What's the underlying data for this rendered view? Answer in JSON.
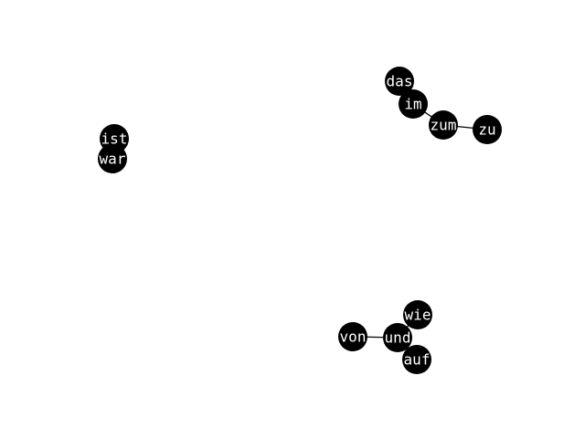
{
  "graph": {
    "node_color": "#000000",
    "label_color": "#ffffff",
    "edge_color": "#000000",
    "nodes": [
      {
        "id": "das",
        "label": "das"
      },
      {
        "id": "im",
        "label": "im"
      },
      {
        "id": "zum",
        "label": "zum"
      },
      {
        "id": "zu",
        "label": "zu"
      },
      {
        "id": "ist",
        "label": "ist"
      },
      {
        "id": "war",
        "label": "war"
      },
      {
        "id": "wie",
        "label": "wie"
      },
      {
        "id": "von",
        "label": "von"
      },
      {
        "id": "und",
        "label": "und"
      },
      {
        "id": "auf",
        "label": "auf"
      }
    ],
    "edges": [
      {
        "source": "das",
        "target": "im"
      },
      {
        "source": "im",
        "target": "zum"
      },
      {
        "source": "zum",
        "target": "zu"
      },
      {
        "source": "ist",
        "target": "war"
      },
      {
        "source": "von",
        "target": "und"
      },
      {
        "source": "und",
        "target": "wie"
      },
      {
        "source": "und",
        "target": "auf"
      }
    ]
  }
}
